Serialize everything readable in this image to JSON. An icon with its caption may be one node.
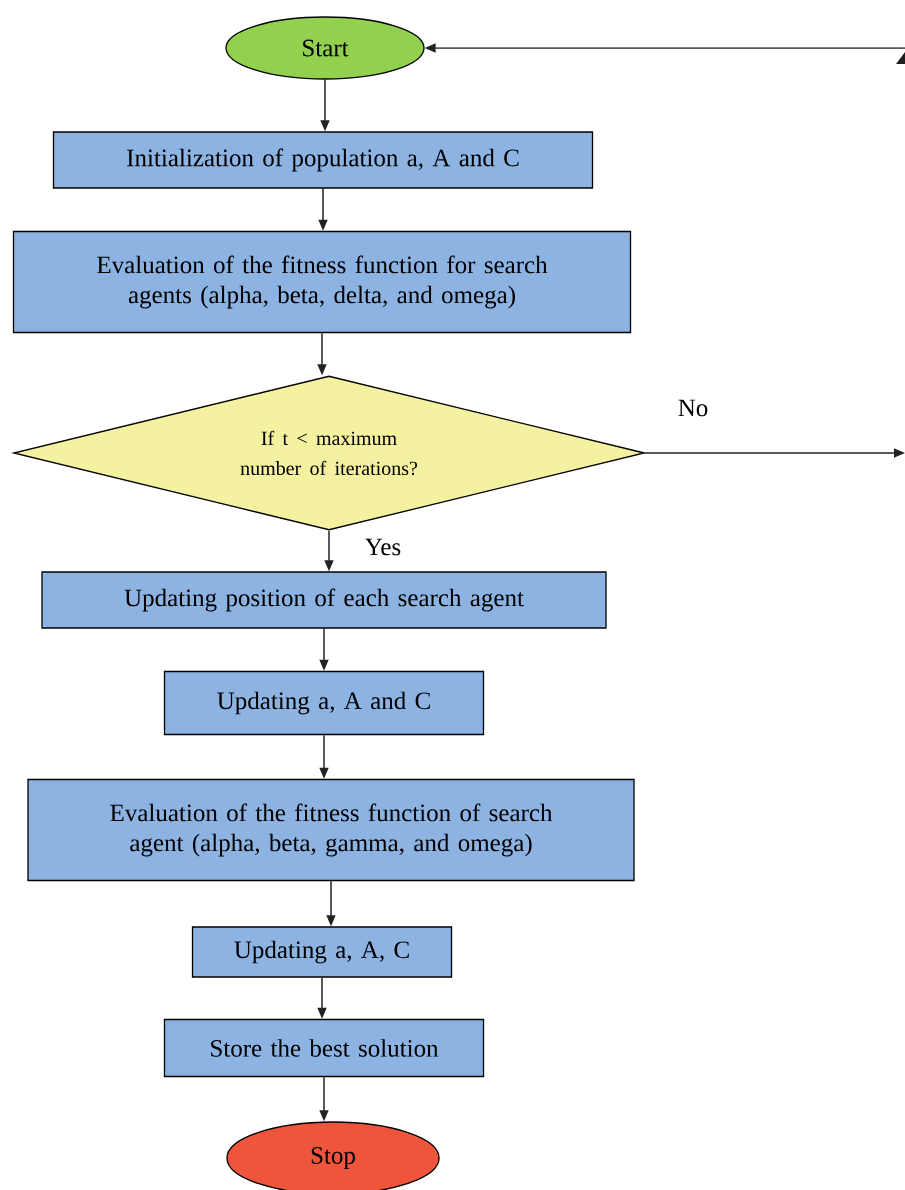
{
  "diagram": {
    "nodes": [
      {
        "text": [
          "Start"
        ]
      },
      {
        "text": [
          "Initialization of population a, A and C"
        ]
      },
      {
        "text": [
          "Evaluation of the fitness function for search agents (alpha, beta, delta, and omega)"
        ]
      },
      {
        "text": [
          "If t < maximum number of iterations?"
        ]
      },
      {
        "text": [
          "Updating position of each search agent"
        ]
      },
      {
        "text": [
          "Updating a, A and C"
        ]
      },
      {
        "text": [
          "Evaluation of the fitness function of search agent (alpha, beta, gamma, and omega)"
        ]
      },
      {
        "text": [
          "Updating a, A, C"
        ]
      },
      {
        "text": [
          "Store the best solution"
        ]
      },
      {
        "text": [
          "Stop"
        ]
      }
    ],
    "edges": [
      {
        "from": null,
        "to": 0,
        "arrow": "to"
      },
      {
        "from": 0,
        "to": 1,
        "arrow": "to"
      },
      {
        "from": 1,
        "to": 2,
        "arrow": "to"
      },
      {
        "from": 2,
        "to": 3,
        "arrow": "to"
      },
      {
        "from": 3,
        "to": 4,
        "arrow": "to",
        "label": "Yes"
      },
      {
        "from": 3,
        "to": null,
        "arrow": "to",
        "label": "No"
      },
      {
        "from": 4,
        "to": 5,
        "arrow": "to"
      },
      {
        "from": 5,
        "to": 6,
        "arrow": "to"
      },
      {
        "from": 6,
        "to": 7,
        "arrow": "to"
      },
      {
        "from": 7,
        "to": 8,
        "arrow": "to"
      },
      {
        "from": 8,
        "to": 9,
        "arrow": "to"
      }
    ]
  }
}
